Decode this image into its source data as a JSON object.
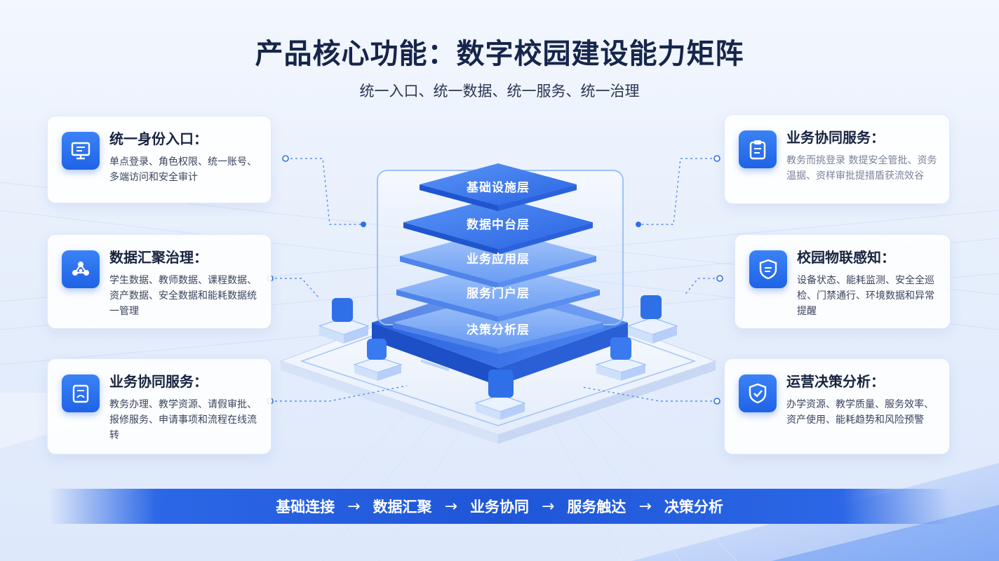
{
  "header": {
    "title": "产品核心功能：数字校园建设能力矩阵",
    "subtitle": "统一入口、统一数据、统一服务、统一治理"
  },
  "left_cards": [
    {
      "title": "统一身份入口：",
      "desc": "单点登录、角色权限、统一账号、多端访问和安全审计",
      "icon": "monitor-icon"
    },
    {
      "title": "数据汇聚治理：",
      "desc": "学生数据、教师数据、课程数据、资产数据、安全数据和能耗数据统一管理",
      "icon": "network-nodes-icon"
    },
    {
      "title": "业务协同服务：",
      "desc": "教务办理、教学资源、请假审批、报修服务、申请事项和流程在线流转",
      "icon": "document-workflow-icon"
    }
  ],
  "right_cards": [
    {
      "title": "业务协同服务：",
      "desc": "教务而挑登录 数提安全管批、资务温据、资样审批提措盾获流效谷",
      "icon": "clipboard-icon"
    },
    {
      "title": "校园物联感知：",
      "desc": "设备状态、能耗监测、安全全巡检、门禁通行、环境数据和异常提醒",
      "icon": "shield-icon"
    },
    {
      "title": "运营决策分析：",
      "desc": "办学资源、教学质量、服务效率、资产使用、能耗趋势和风险预警",
      "icon": "shield-check-icon"
    }
  ],
  "layers": [
    "基础设施层",
    "数据中台层",
    "业务应用层",
    "服务门户层",
    "决策分析层"
  ],
  "flow": {
    "steps": [
      "基础连接",
      "数据汇聚",
      "业务协同",
      "服务触达",
      "决策分析"
    ],
    "arrow": "→"
  },
  "colors": {
    "accent": "#1f63e6",
    "title": "#16254a"
  }
}
